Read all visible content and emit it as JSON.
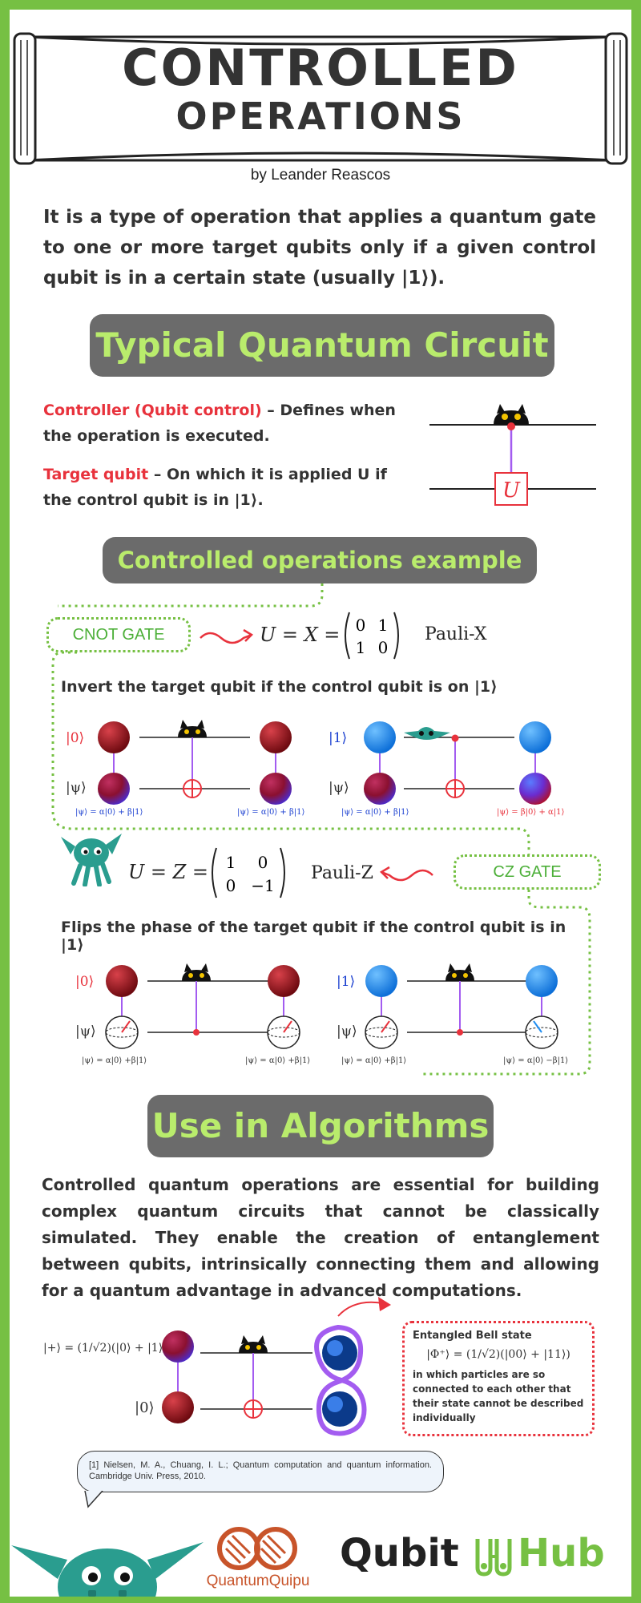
{
  "header": {
    "title_line1": "CONTROLLED",
    "title_line2": "OPERATIONS",
    "byline": "by Leander Reascos"
  },
  "intro": {
    "text": "It is a type of operation that applies a quantum gate to one or more target qubits only if a given control qubit is in a certain state (usually |1⟩)."
  },
  "section_typical": {
    "heading": "Typical Quantum Circuit",
    "controller_term": "Controller (Qubit control)",
    "controller_desc": " – Defines when the operation is executed.",
    "target_term": "Target qubit",
    "target_desc": " – On which it is applied U if the control qubit is in |1⟩.",
    "gate_label": "U"
  },
  "section_example": {
    "heading": "Controlled operations example",
    "cnot": {
      "box_label": "CNOT GATE",
      "equation": "U = X =",
      "matrix": [
        "0",
        "1",
        "1",
        "0"
      ],
      "name": "Pauli-X",
      "description": "Invert the target qubit if the control qubit is on |1⟩",
      "ket0": "|0⟩",
      "ket1": "|1⟩",
      "psi": "|ψ⟩",
      "state_in": "|ψ⟩ = α|0⟩ + β|1⟩",
      "state_out_a": "|ψ⟩ = α|0⟩ + β|1⟩",
      "state_out_b": "|ψ⟩ = β|0⟩ + α|1⟩"
    },
    "cz": {
      "box_label": "CZ GATE",
      "equation": "U = Z =",
      "matrix": [
        "1",
        "0",
        "0",
        "−1"
      ],
      "name": "Pauli-Z",
      "description": "Flips the phase of the target qubit if the control qubit is in |1⟩",
      "ket0": "|0⟩",
      "ket1": "|1⟩",
      "psi": "|ψ⟩",
      "state_in": "|ψ⟩ = α|0⟩ +β|1⟩",
      "state_out_a": "|ψ⟩ = α|0⟩ +β|1⟩",
      "state_out_b": "|ψ⟩ = α|0⟩ −β|1⟩"
    }
  },
  "section_algorithms": {
    "heading": "Use in Algorithms",
    "text": "Controlled quantum operations are essential for building complex quantum circuits that cannot be classically simulated. They enable the creation of entanglement between qubits, intrinsically connecting them and allowing for a quantum advantage in advanced computations.",
    "plus_state": "|+⟩ = (1/√2)(|0⟩ + |1⟩)",
    "ket0": "|0⟩",
    "bell_title": "Entangled Bell state",
    "bell_formula": "|Φ⁺⟩ = (1/√2)(|00⟩ + |11⟩)",
    "bell_desc": "in which particles are so connected to each other that their state cannot be described individually"
  },
  "reference": {
    "text": "[1] Nielsen, M. A., Chuang, I. L.; Quantum computation and quantum information. Cambridge Univ. Press, 2010."
  },
  "footer": {
    "logo_quipu": "QuantumQuipu",
    "logo_qubit": "Qubit",
    "logo_hub": "Hub"
  },
  "colors": {
    "green_border": "#76c043",
    "pill_bg": "#6b6b6b",
    "pill_text": "#b9ec6c",
    "accent_red": "#e8323c",
    "qubit_dark_red": "#8b0f14",
    "qubit_blue": "#1e8cf0",
    "wire_purple": "#a35cf0"
  }
}
